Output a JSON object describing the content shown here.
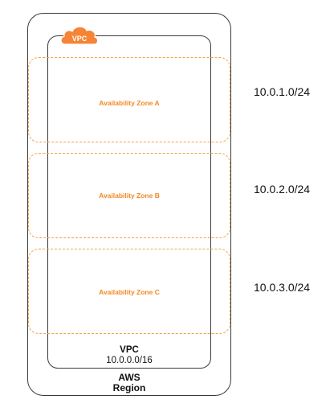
{
  "region": {
    "label": "AWS\nRegion"
  },
  "vpc": {
    "badge": "VPC",
    "name": "VPC",
    "cidr": "10.0.0.0/16"
  },
  "availability_zones": [
    {
      "label": "Availability Zone A",
      "subnet": "10.0.1.0/24"
    },
    {
      "label": "Availability Zone B",
      "subnet": "10.0.2.0/24"
    },
    {
      "label": "Availability Zone C",
      "subnet": "10.0.3.0/24"
    }
  ],
  "colors": {
    "az_border": "#f0a44a",
    "az_text": "#f08a24",
    "vpc_badge": "#f58535",
    "outline": "#3a3a3a"
  },
  "icons": {
    "vpc_badge": "cloud-icon"
  }
}
